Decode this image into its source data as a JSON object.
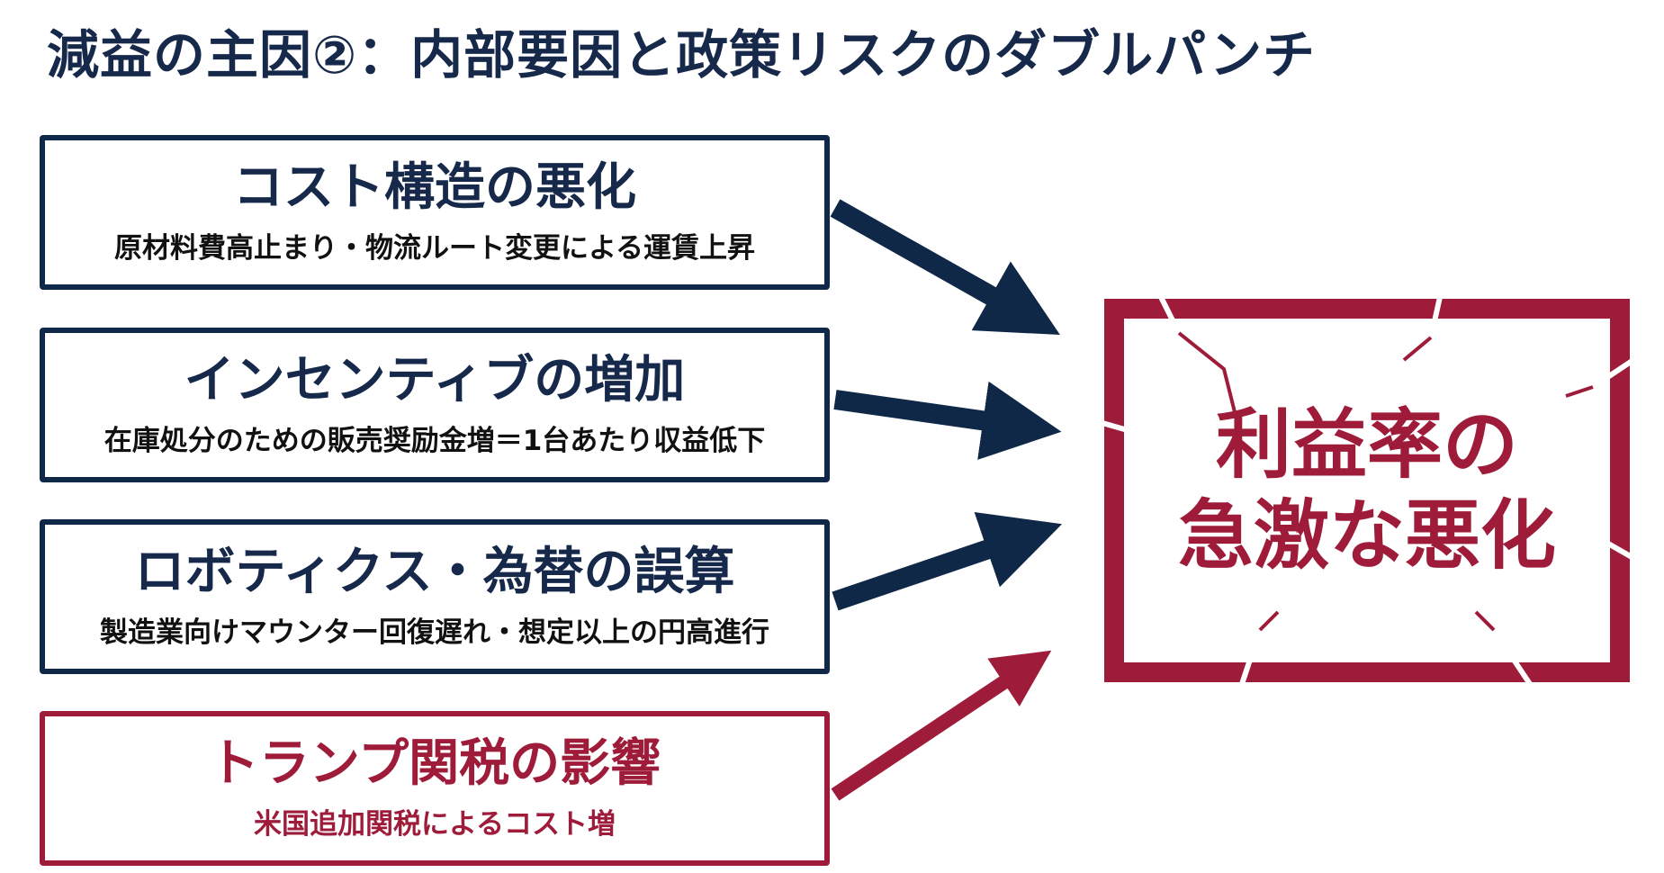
{
  "title": "減益の主因②：内部要因と政策リスクのダブルパンチ",
  "causes": [
    {
      "heading": "コスト構造の悪化",
      "detail": "原材料費高止まり・物流ルート変更による運賃上昇",
      "color": "#102848"
    },
    {
      "heading": "インセンティブの増加",
      "detail": "在庫処分のための販売奨励金増＝1台あたり収益低下",
      "color": "#102848"
    },
    {
      "heading": "ロボティクス・為替の誤算",
      "detail": "製造業向けマウンター回復遅れ・想定以上の円高進行",
      "color": "#102848"
    },
    {
      "heading": "トランプ関税の影響",
      "detail": "米国追加関税によるコスト増",
      "color": "#9e1c3a"
    }
  ],
  "result": {
    "line1": "利益率の",
    "line2": "急激な悪化",
    "color": "#9e1c3a"
  }
}
